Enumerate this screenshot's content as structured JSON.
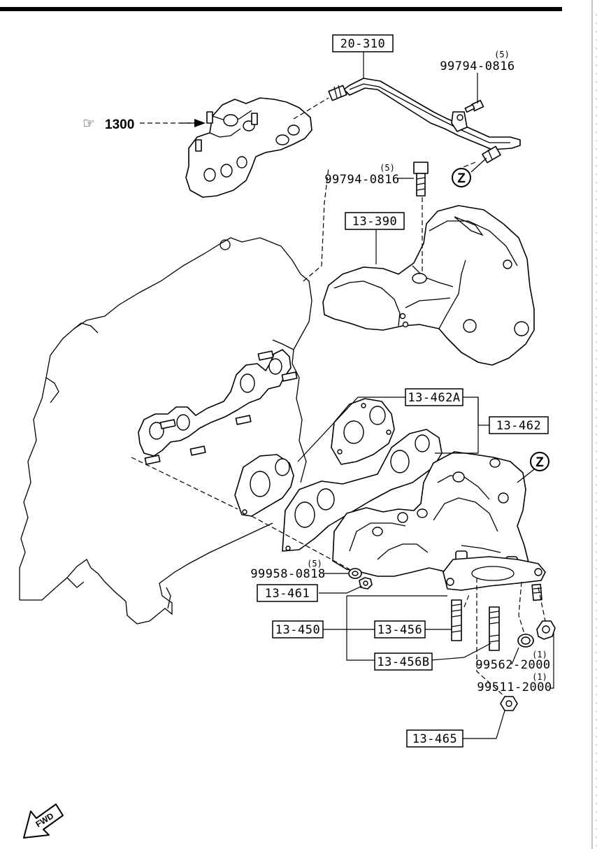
{
  "callouts": {
    "heat_pipe": "20-310",
    "insulator": "13-390",
    "gasket_a": "13-462A",
    "gasket": "13-462",
    "nut": "13-461",
    "manifold": "13-450",
    "stud": "13-456",
    "stud_b": "13-456B",
    "nut_lower": "13-465"
  },
  "bolts": [
    {
      "part": "99794-0816",
      "qty": "(5)"
    },
    {
      "part": "99794-0816",
      "qty": "(5)"
    },
    {
      "part": "99958-0818",
      "qty": "(5)"
    },
    {
      "part": "99562-2000",
      "qty": "(1)"
    },
    {
      "part": "99511-2000",
      "qty": "(1)"
    }
  ],
  "reference": {
    "symbol": "☞",
    "number": "1300"
  },
  "connector_mark": "Z",
  "fwd_label": "FWD"
}
